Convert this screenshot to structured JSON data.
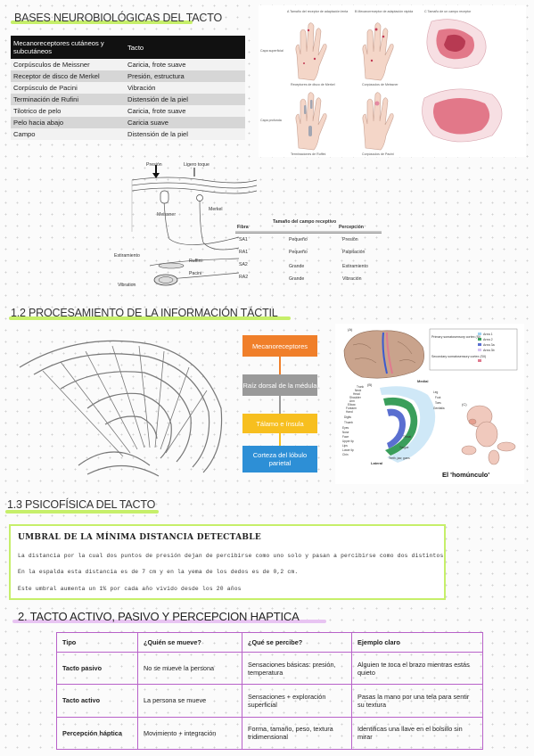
{
  "section_bases": {
    "title": "BASES NEUROBIOLÓGICAS DEL TACTO"
  },
  "receptor_table": {
    "headers": [
      "Mecanoreceptores cutáneos y subcutáneos",
      "Tacto"
    ],
    "rows": [
      [
        "Corpúsculos de Meissner",
        "Caricia, frote suave"
      ],
      [
        "Receptor de disco de Merkel",
        "Presión, estructura"
      ],
      [
        "Corpúsculo de Pacini",
        "Vibración"
      ],
      [
        "Terminación de Rufini",
        "Distensión de la piel"
      ],
      [
        "Tilotrico de pelo",
        "Caricia, frote suave"
      ],
      [
        "Pelo hacia abajo",
        "Caricia suave"
      ],
      [
        "Campo",
        "Distensión de la piel"
      ]
    ]
  },
  "hands_figure": {
    "panel_a": "A  Tamaño del receptor de adaptación lenta",
    "panel_b": "B  Mecanorreceptor de adaptación rápida",
    "panel_c": "C  Tamaño de un campo receptor",
    "capa_superficial": "Capa superficial",
    "capa_profunda": "Capa profunda",
    "cap1": "Receptores de disco de Merkel",
    "cap2": "Corpúsculos de Meissner",
    "cap3": "Terminaciones de Ruffini",
    "cap4": "Corpúsculos de Pacini"
  },
  "skin_diagram": {
    "presion": "Presión",
    "ligero_toque": "Ligero toque",
    "meissner": "Meissner",
    "merkel": "Merkel",
    "estiramiento": "Estiramiento",
    "ruffini": "Ruffini",
    "pacini": "Pacini",
    "vibration": "Vibration",
    "col_fibra": "Fibra",
    "col_tamano": "Tamaño del campo receptivo",
    "col_percepcion": "Percepción",
    "rows": [
      [
        "SA1",
        "Pequeño",
        "Presión"
      ],
      [
        "RA1",
        "Pequeño",
        "Palpitación"
      ],
      [
        "SA2",
        "Grande",
        "Estiramiento"
      ],
      [
        "RA2",
        "Grande",
        "Vibración"
      ]
    ]
  },
  "section_procesamiento": {
    "title": "1.2 PROCESAMIENTO DE LA INFORMACIÓN TÁCTIL"
  },
  "flow": {
    "step1": "Mecanoreceptores",
    "step2": "Raíz dorsal de la médula",
    "step3": "Tálamo e ínsula",
    "step4": "Corteza del lóbulo parietal"
  },
  "homunculus_figure": {
    "label_a": "(A)",
    "label_b": "(B)",
    "label_c": "(C)",
    "medial": "Medial",
    "lateral": "Lateral",
    "legend_primary": "Primary somatosensory cortex (SI)",
    "legend_secondary": "Secondary somatosensory cortex (SII)",
    "legend_items": [
      "Area 1",
      "Area 2",
      "Area 3a",
      "Area 3b"
    ],
    "body_parts_left": [
      "Trunk",
      "Neck",
      "Head",
      "Shoulder",
      "Arm",
      "Elbow",
      "Forearm",
      "Hand",
      "Digits",
      "Thumb",
      "Eyes",
      "Nose",
      "Face",
      "Upper lip",
      "Lips",
      "Lower lip",
      "Chin"
    ],
    "body_parts_right": [
      "Leg",
      "Foot",
      "Toes",
      "Genitalia"
    ],
    "bottom_parts": [
      "Throat",
      "Tongue",
      "Teeth, jaw, gums"
    ],
    "caption": "El 'homúnculo'"
  },
  "section_psicofisica": {
    "title": "1.3 PSICOFÍSICA DEL TACTO"
  },
  "umbral": {
    "title": "UMBRAL DE LA MÍNIMA DISTANCIA DETECTABLE",
    "line1": "La distancia por la cual dos puntos de presión dejan de percibirse como uno solo y pasan a percibirse como dos distintos",
    "line2": "En la espalda esta distancia es de 7 cm y en la yema de los dedos es de 0,2 cm.",
    "line3": "Este umbral aumenta un 1% por cada año vivido desde los 20 años"
  },
  "section_tacto_activo": {
    "title": "2. TACTO ACTIVO, PASIVO Y PERCEPCION HAPTICA"
  },
  "activity_table": {
    "headers": [
      "Tipo",
      "¿Quién se mueve?",
      "¿Qué se percibe?",
      "Ejemplo claro"
    ],
    "rows": [
      [
        "Tacto pasivo",
        "No se mueve la persona",
        "Sensaciones básicas: presión, temperatura",
        "Alguien te toca el brazo mientras estás quieto"
      ],
      [
        "Tacto activo",
        "La persona se mueve",
        "Sensaciones + exploración superficial",
        "Pasas la mano por una tela para sentir su textura"
      ],
      [
        "Percepción háptica",
        "Movimiento + integración",
        "Forma, tamaño, peso, textura tridimensional",
        "Identificas una llave en el bolsillo sin mirar"
      ]
    ]
  },
  "colors": {
    "green_highlight": "#c6ef6a",
    "purple_highlight": "#e8c4f2",
    "orange": "#f07f2a",
    "gray": "#9a9a9a",
    "yellow": "#f7bf1f",
    "blue": "#2d8fd6",
    "table_border": "#b862c9"
  }
}
